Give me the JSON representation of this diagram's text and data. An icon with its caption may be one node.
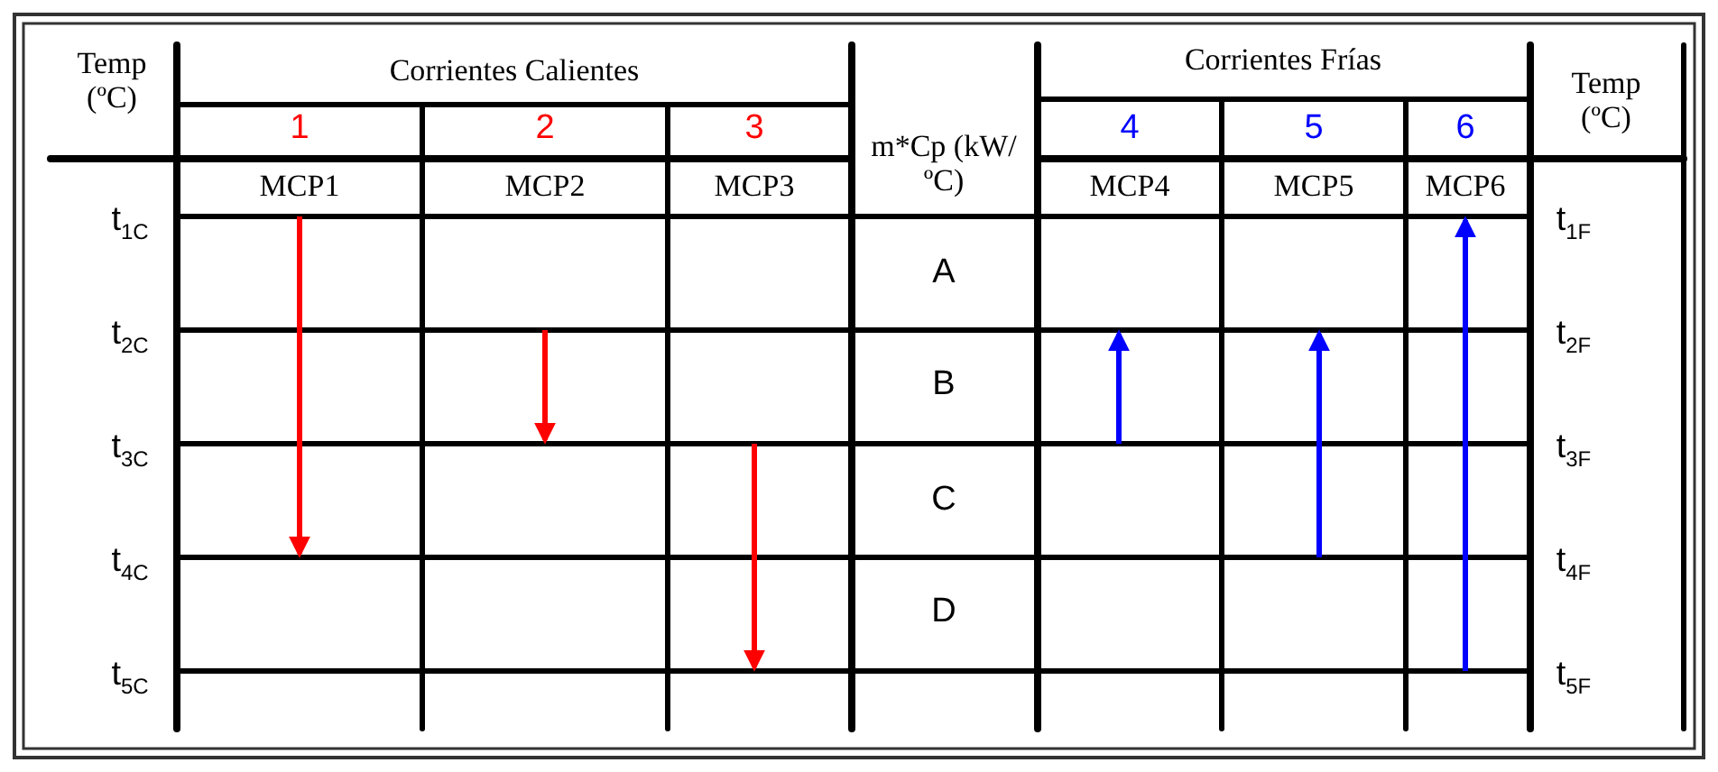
{
  "diagram": {
    "labels": [
      "Temp (ºC)",
      "Corrientes Calientes",
      "Corrientes Frías",
      "Temp (ºC)",
      "1",
      "2",
      "3",
      "m*Cp (kW/ºC)",
      "4",
      "5",
      "6",
      "MCP1",
      "MCP2",
      "MCP3",
      "MCP4",
      "MCP5",
      "MCP6",
      "t$_{1C}$",
      "t$_{1F}$",
      "A",
      "t$_{2C}$",
      "t$_{2F}$",
      "B",
      "t$_{3C}$",
      "t$_{3F}$",
      "C",
      "t$_{4C}$",
      "t$_{4F}$",
      "D",
      "t$_{5C}$",
      "t$_{5F}$"
    ]
  }
}
